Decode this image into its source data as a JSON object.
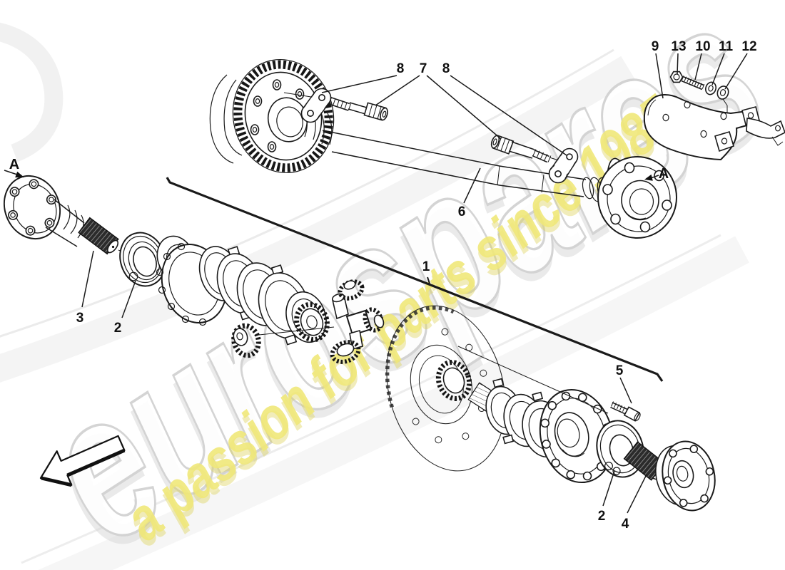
{
  "watermark": {
    "brand": "eurospares",
    "tagline": "a passion for parts since 1985",
    "brand_fill": "#ffffff",
    "brand_stroke": "#d2d2d2",
    "brand_shadow": "#d9d9d9",
    "tagline_color": "#f0e87a",
    "tagline_shadow": "#ddd254"
  },
  "colors": {
    "line": "#1a1a1a",
    "background": "#ffffff"
  },
  "callouts": {
    "one": "1",
    "two_left": "2",
    "two_bottom": "2",
    "three": "3",
    "four": "4",
    "five": "5",
    "six": "6",
    "seven": "7",
    "eight_left": "8",
    "eight_right": "8",
    "nine": "9",
    "ten": "10",
    "eleven": "11",
    "twelve": "12",
    "thirteen": "13",
    "view_a_left": "A",
    "view_a_right": "A"
  }
}
